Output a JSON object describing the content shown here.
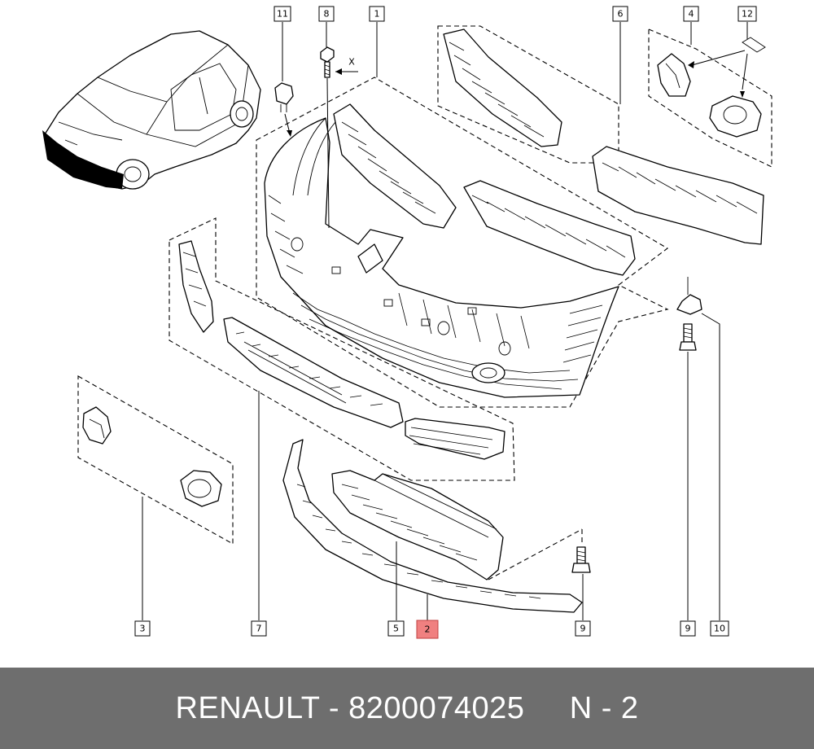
{
  "callouts": [
    {
      "id": "11",
      "label": "11"
    },
    {
      "id": "8",
      "label": "8"
    },
    {
      "id": "1",
      "label": "1"
    },
    {
      "id": "6",
      "label": "6"
    },
    {
      "id": "4",
      "label": "4"
    },
    {
      "id": "12",
      "label": "12"
    },
    {
      "id": "3",
      "label": "3"
    },
    {
      "id": "7",
      "label": "7"
    },
    {
      "id": "5",
      "label": "5"
    },
    {
      "id": "2",
      "label": "2"
    },
    {
      "id": "9a",
      "label": "9"
    },
    {
      "id": "9b",
      "label": "9"
    },
    {
      "id": "10",
      "label": "10"
    }
  ],
  "highlight_callout": "2",
  "highlight_color": "#f08080",
  "screw_annotation": "X",
  "footer": {
    "text": "RENAULT - 8200074025     N - 2",
    "background": "#6e6e6e"
  }
}
